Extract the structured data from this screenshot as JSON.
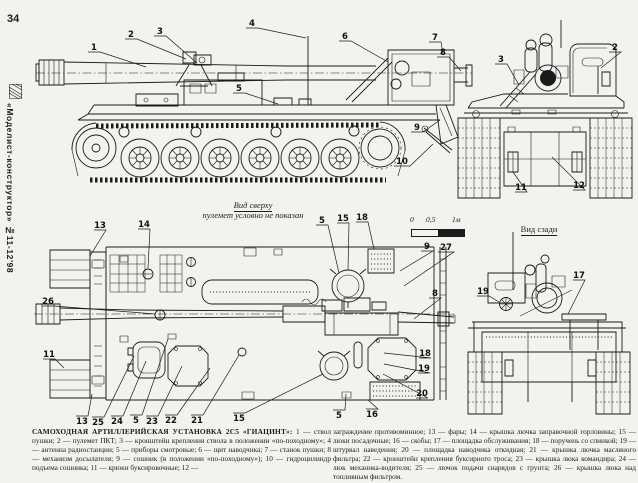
{
  "sidebar": {
    "page_number": "34",
    "magazine_title": "«Моделист-конструктор» №11-12'98"
  },
  "captions": {
    "top_view_title": "Вид сверху",
    "top_view_subtitle": "пулемет условно не показан",
    "rear_view_title": "Вид сзади"
  },
  "scale_bar": {
    "tick0": "0",
    "tick1": "0,5",
    "tick2": "1м"
  },
  "legend": {
    "title": "САМОХОДНАЯ АРТИЛЛЕРИЙСКАЯ УСТАНОВКА 2С5 «ГИАЦИНТ»:",
    "col_left": "1 — ствол пушки; 2 — пулемет ПКТ; 3 — кронштейн крепления ствола в положении «по-походному»; 4 — антенна радиостанции; 5 — приборы смотровые; 6 — щит наводчика; 7 — станок пушки; 8 — механизм досылателя; 9 — сошник (в положении «по-походному»); 10 — гидроцилиндр подъема сошника; 11 — крюки буксировочные; 12 —",
    "col_right": "заграждение противоминное; 13 — фары; 14 — крышка лючка заправочной горловины; 15 — люки посадочные; 16 — скобы; 17 — площадка обслуживания; 18 — поручень со спинкой; 19 — штурвал наведения; 20 — площадка наводчика откидная; 21 — крышка лючка масляного фильтра; 22 — кронштейн крепления буксирного троса; 23 — крышка люка командира; 24 — люк механика-водителя; 25 — лючок подачи снарядов с грунта; 26 — крышка люка над топливным фильтром."
  },
  "callouts": {
    "side": [
      "1",
      "2",
      "3",
      "4",
      "5",
      "6",
      "7",
      "8",
      "9",
      "10"
    ],
    "front": [
      "3",
      "2",
      "11",
      "12"
    ],
    "top_top": [
      "13",
      "14",
      "5",
      "15",
      "18"
    ],
    "top_left": [
      "26",
      "11"
    ],
    "top_right": [
      "9",
      "27",
      "8",
      "18",
      "19",
      "20"
    ],
    "top_bottom": [
      "13",
      "25",
      "24",
      "5",
      "23",
      "22",
      "21",
      "15",
      "5",
      "16"
    ],
    "rear": [
      "19",
      "17"
    ]
  }
}
